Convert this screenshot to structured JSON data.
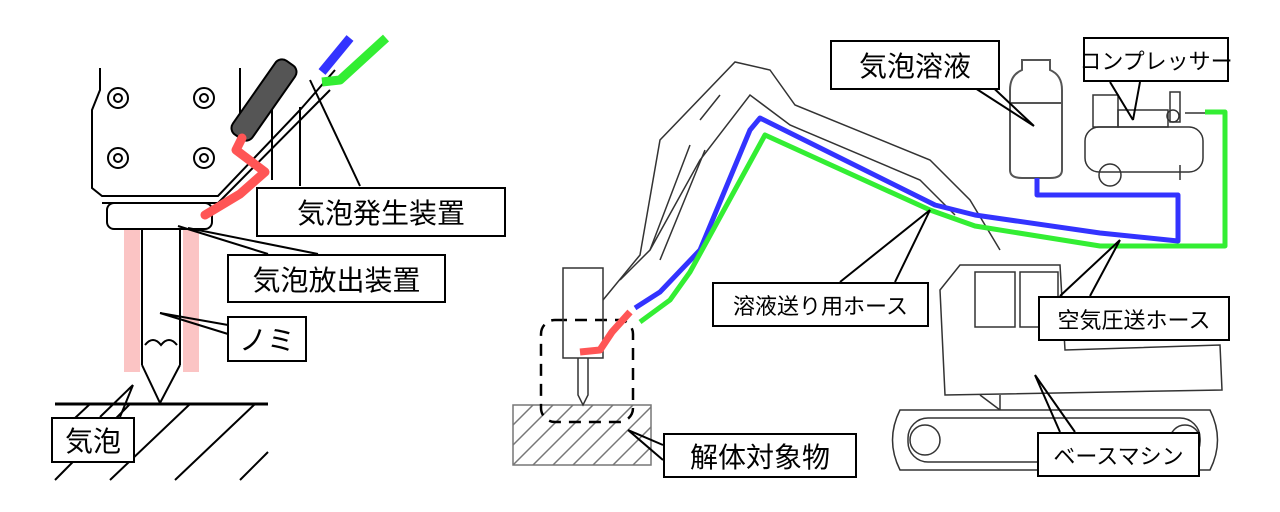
{
  "labels": {
    "foam_generator": "気泡発生装置",
    "foam_discharger": "気泡放出装置",
    "chisel": "ノミ",
    "foam": "気泡",
    "foam_solution": "気泡溶液",
    "compressor": "コンプレッサー",
    "solution_hose": "溶液送り用ホース",
    "air_hose": "空気圧送ホース",
    "demolition_target": "解体対象物",
    "base_machine": "ベースマシン"
  },
  "colors": {
    "solution_hose": "#3333ff",
    "air_hose": "#33ee33",
    "foam_hose": "#ff5555",
    "foam": "#fbc4c4"
  }
}
